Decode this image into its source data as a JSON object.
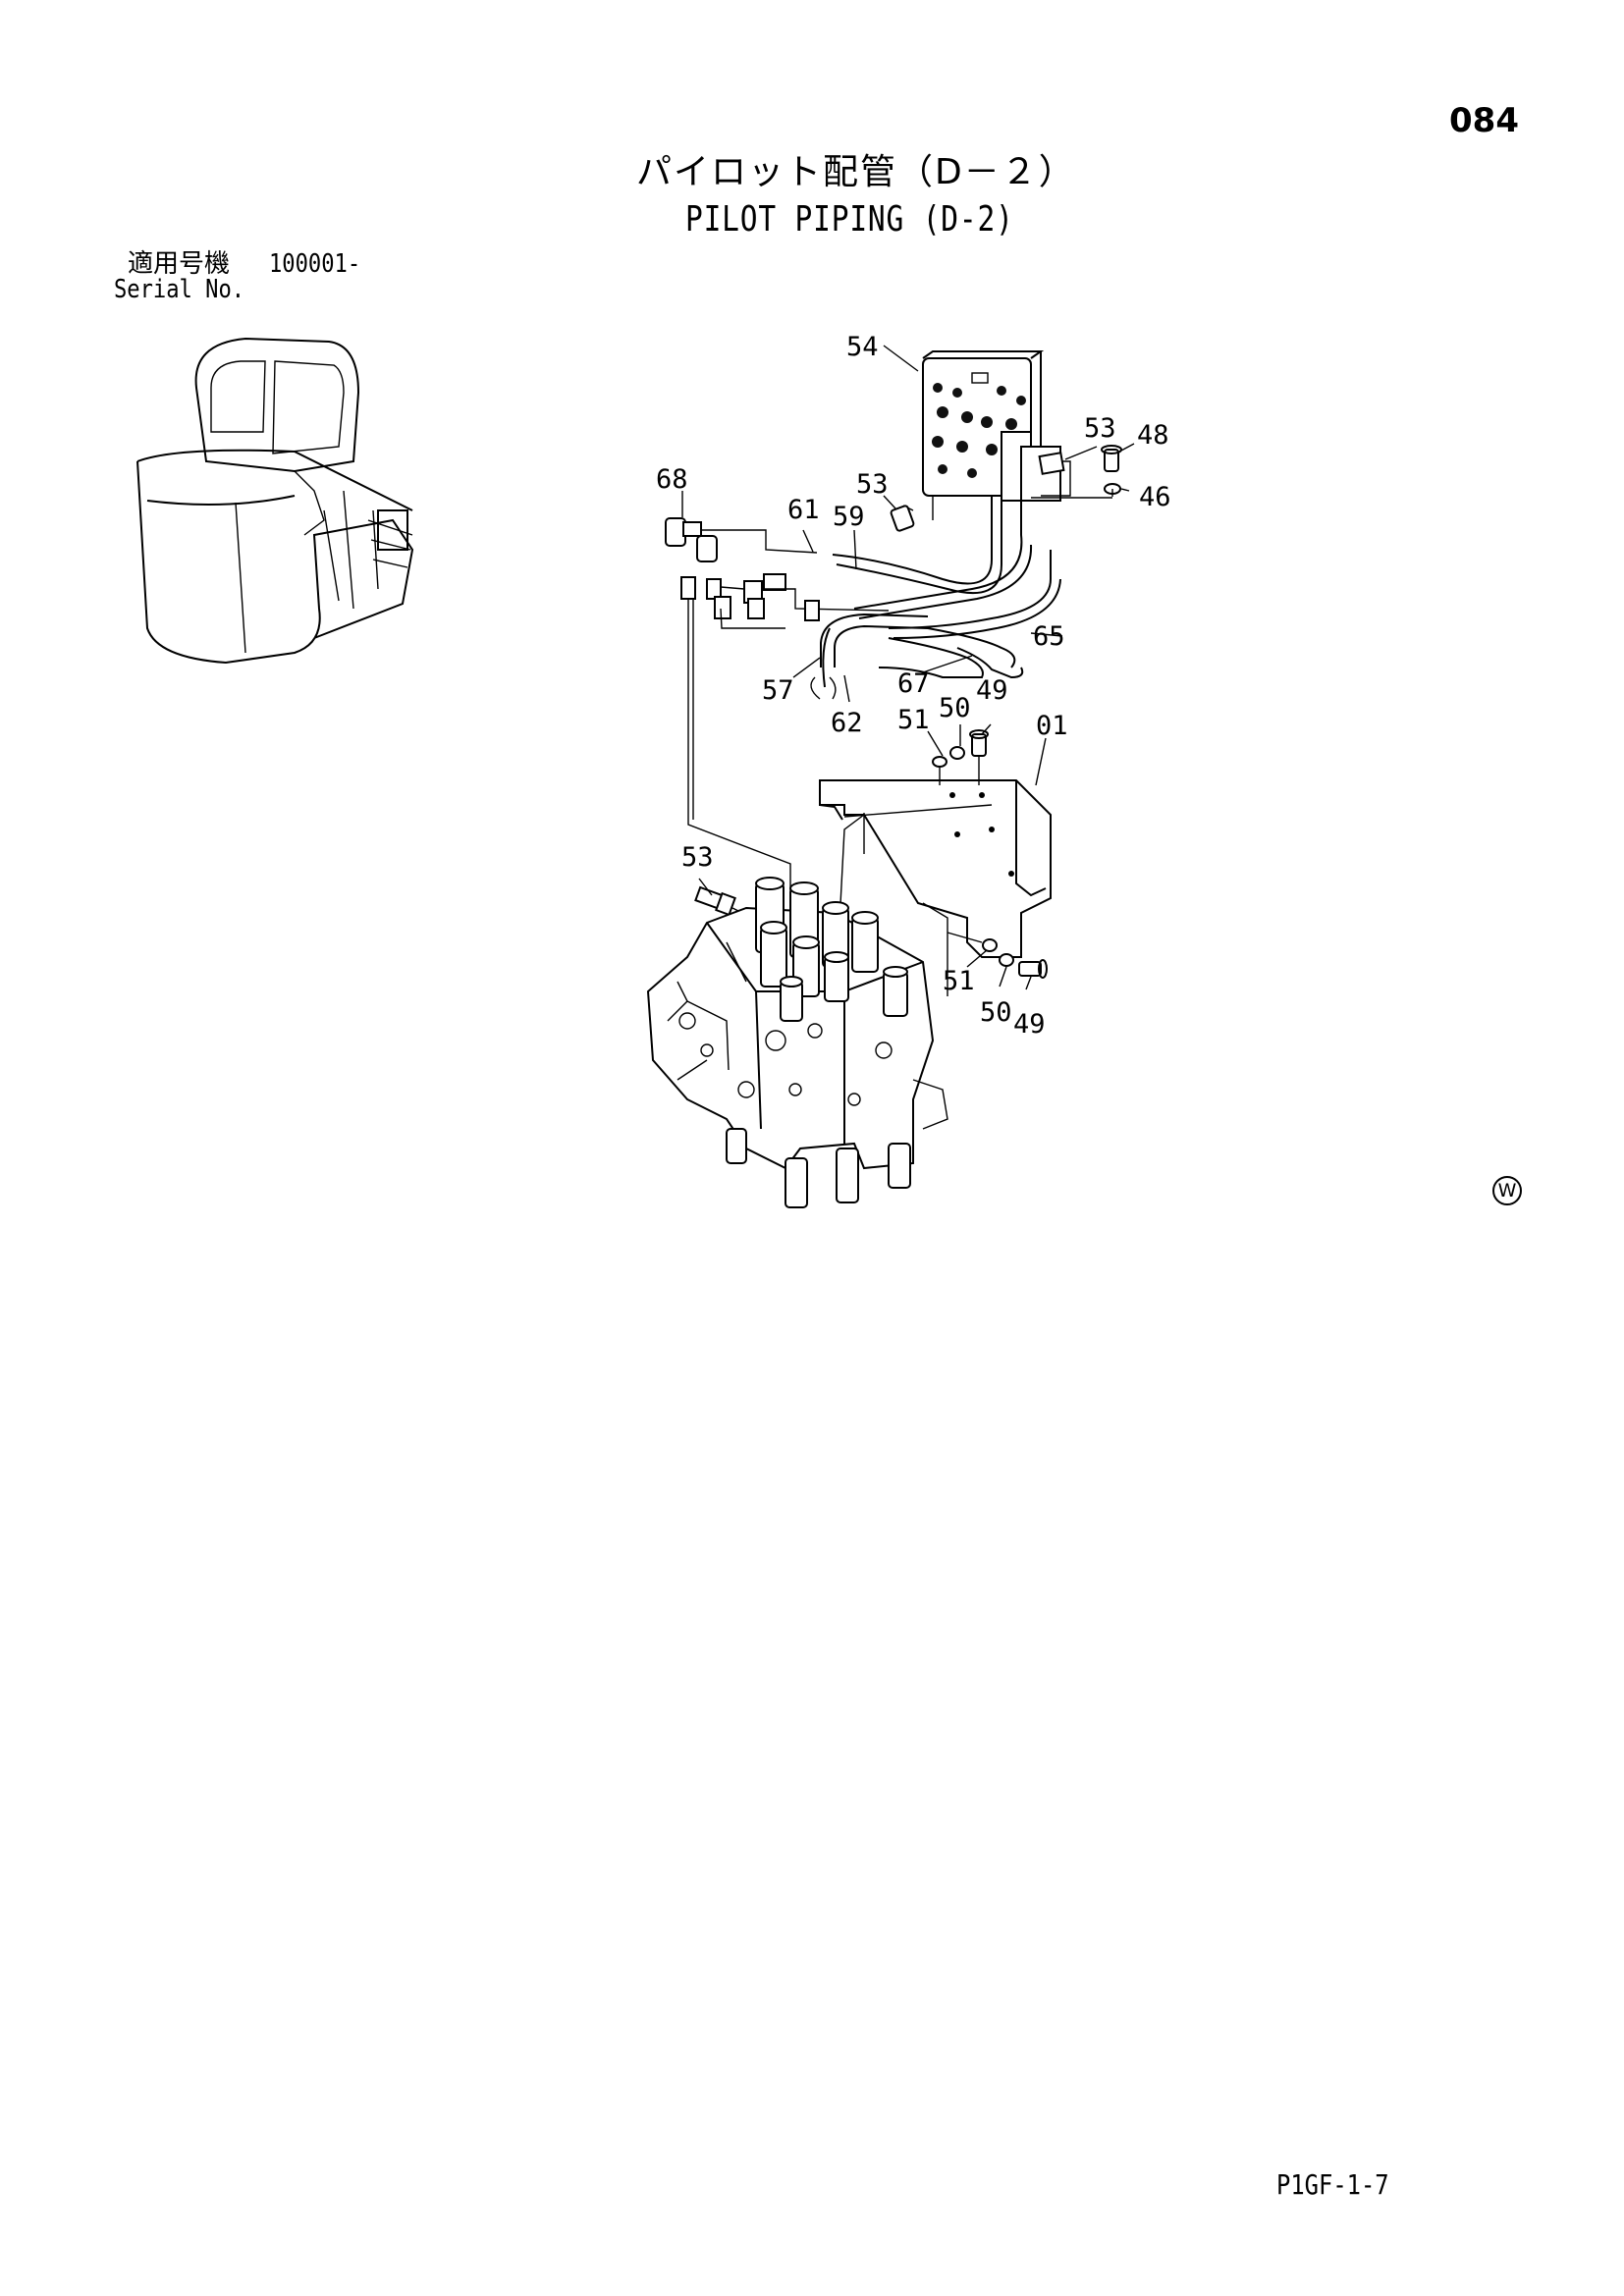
{
  "page_number": "084",
  "title_jp": "パイロット配管（D－２）",
  "title_en": "PILOT PIPING (D-2)",
  "serial": {
    "label_jp": "適用号機",
    "value": "100001-",
    "label_en": "Serial No."
  },
  "drawing_code": "P1GF-1-7",
  "watermark_letter": "W",
  "callouts": [
    "54",
    "53",
    "48",
    "46",
    "68",
    "53",
    "61",
    "59",
    "65",
    "57",
    "67",
    "62",
    "50",
    "49",
    "51",
    "01",
    "53",
    "51",
    "50",
    "49"
  ]
}
